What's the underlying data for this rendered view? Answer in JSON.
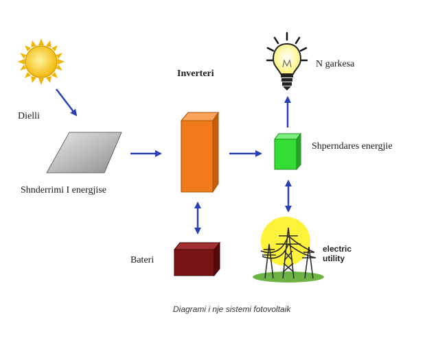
{
  "labels": {
    "sun": "Dielli",
    "panel": "Shnderrimi I energjise",
    "inverter": "Inverteri",
    "load": "N garkesa",
    "distributor": "Shperndares energjie",
    "battery": "Bateri",
    "utility_line1": "electric",
    "utility_line2": "utility",
    "caption": "Diagrami  i nje sistemi fotovoltaik"
  },
  "colors": {
    "arrow": "#2b3fb5",
    "inverter": "#f07a1a",
    "distributor": "#33dd33",
    "battery": "#7a1414",
    "sun": "#f6c21c",
    "panel": "#b8b8b8"
  },
  "icons": [
    "sun-icon",
    "solar-panel-icon",
    "inverter-box-icon",
    "light-bulb-icon",
    "distributor-box-icon",
    "battery-box-icon",
    "power-tower-icon"
  ]
}
